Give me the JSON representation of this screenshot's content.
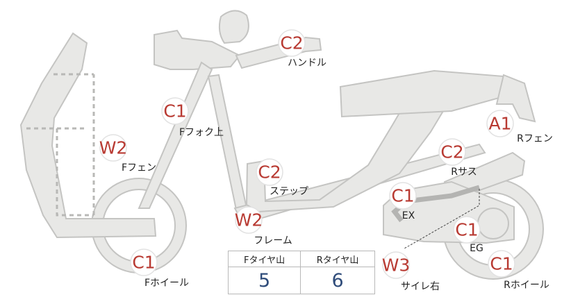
{
  "badges": [
    {
      "id": "handle",
      "code": "C2",
      "label": "ハンドル"
    },
    {
      "id": "ffork",
      "code": "C1",
      "label": "Fフォク上"
    },
    {
      "id": "ffender",
      "code": "W2",
      "label": "Fフェン"
    },
    {
      "id": "step",
      "code": "C2",
      "label": "ステップ"
    },
    {
      "id": "frame",
      "code": "W2",
      "label": "フレーム"
    },
    {
      "id": "fwheel",
      "code": "C1",
      "label": "Fホイール"
    },
    {
      "id": "rfender",
      "code": "A1",
      "label": "Rフェン"
    },
    {
      "id": "rsus",
      "code": "C2",
      "label": "Rサス"
    },
    {
      "id": "ex",
      "code": "C1",
      "label": "EX"
    },
    {
      "id": "eg",
      "code": "C1",
      "label": "EG"
    },
    {
      "id": "rwheel",
      "code": "C1",
      "label": "Rホイール"
    },
    {
      "id": "sidestand",
      "code": "W3",
      "label": "サイレ右"
    }
  ],
  "tire_table": {
    "headers": [
      "Fタイヤ山",
      "Rタイヤ山"
    ],
    "values": [
      "5",
      "6"
    ]
  },
  "colors": {
    "badge_text": "#b83a32",
    "table_value": "#2f4c7a",
    "part_fill": "#e8e8e6",
    "part_stroke": "#c4c4c2"
  }
}
